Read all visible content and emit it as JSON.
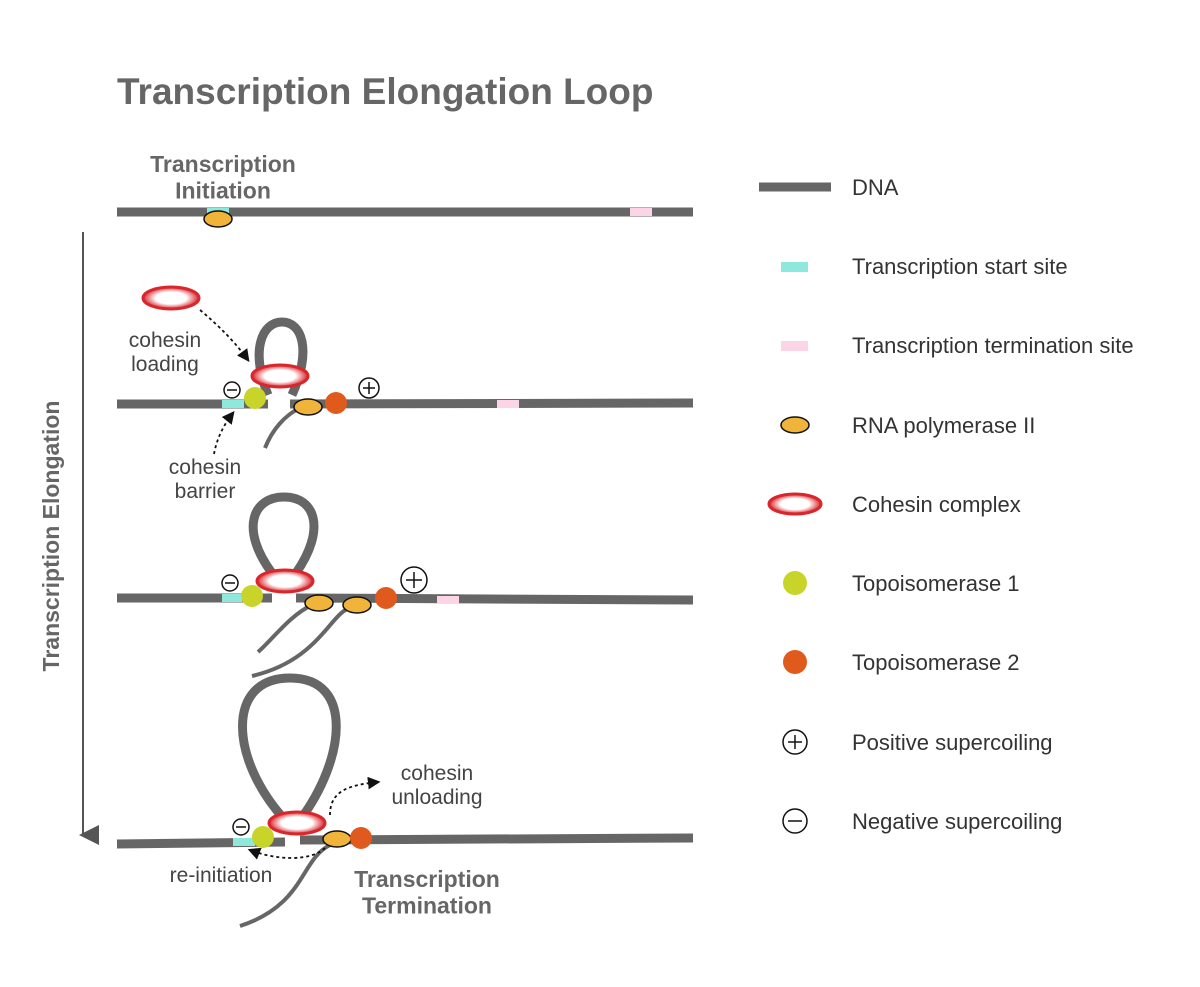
{
  "title": "Transcription Elongation Loop",
  "stages": {
    "initiation": "Transcription\nInitiation",
    "elongation": "Transcription Elongation",
    "termination": "Transcription\nTermination"
  },
  "annotations": {
    "cohesin_loading": "cohesin\nloading",
    "cohesin_barrier": "cohesin\nbarrier",
    "cohesin_unloading": "cohesin\nunloading",
    "re_initiation": "re-initiation"
  },
  "legend": [
    {
      "key": "dna",
      "label": "DNA"
    },
    {
      "key": "tss",
      "label": "Transcription start site"
    },
    {
      "key": "tts",
      "label": "Transcription termination site"
    },
    {
      "key": "pol2",
      "label": "RNA polymerase II"
    },
    {
      "key": "cohesin",
      "label": "Cohesin complex"
    },
    {
      "key": "topo1",
      "label": "Topoisomerase 1"
    },
    {
      "key": "topo2",
      "label": "Topoisomerase 2"
    },
    {
      "key": "pos",
      "label": "Positive supercoiling"
    },
    {
      "key": "neg",
      "label": "Negative supercoiling"
    }
  ],
  "colors": {
    "dna": "#666666",
    "tss": "#8ee8dc",
    "tts": "#fbd5e6",
    "pol2": "#f0b43a",
    "cohesin": "#d8262c",
    "topo1": "#c9d42a",
    "topo2": "#e05a1e",
    "text": "#666666"
  }
}
